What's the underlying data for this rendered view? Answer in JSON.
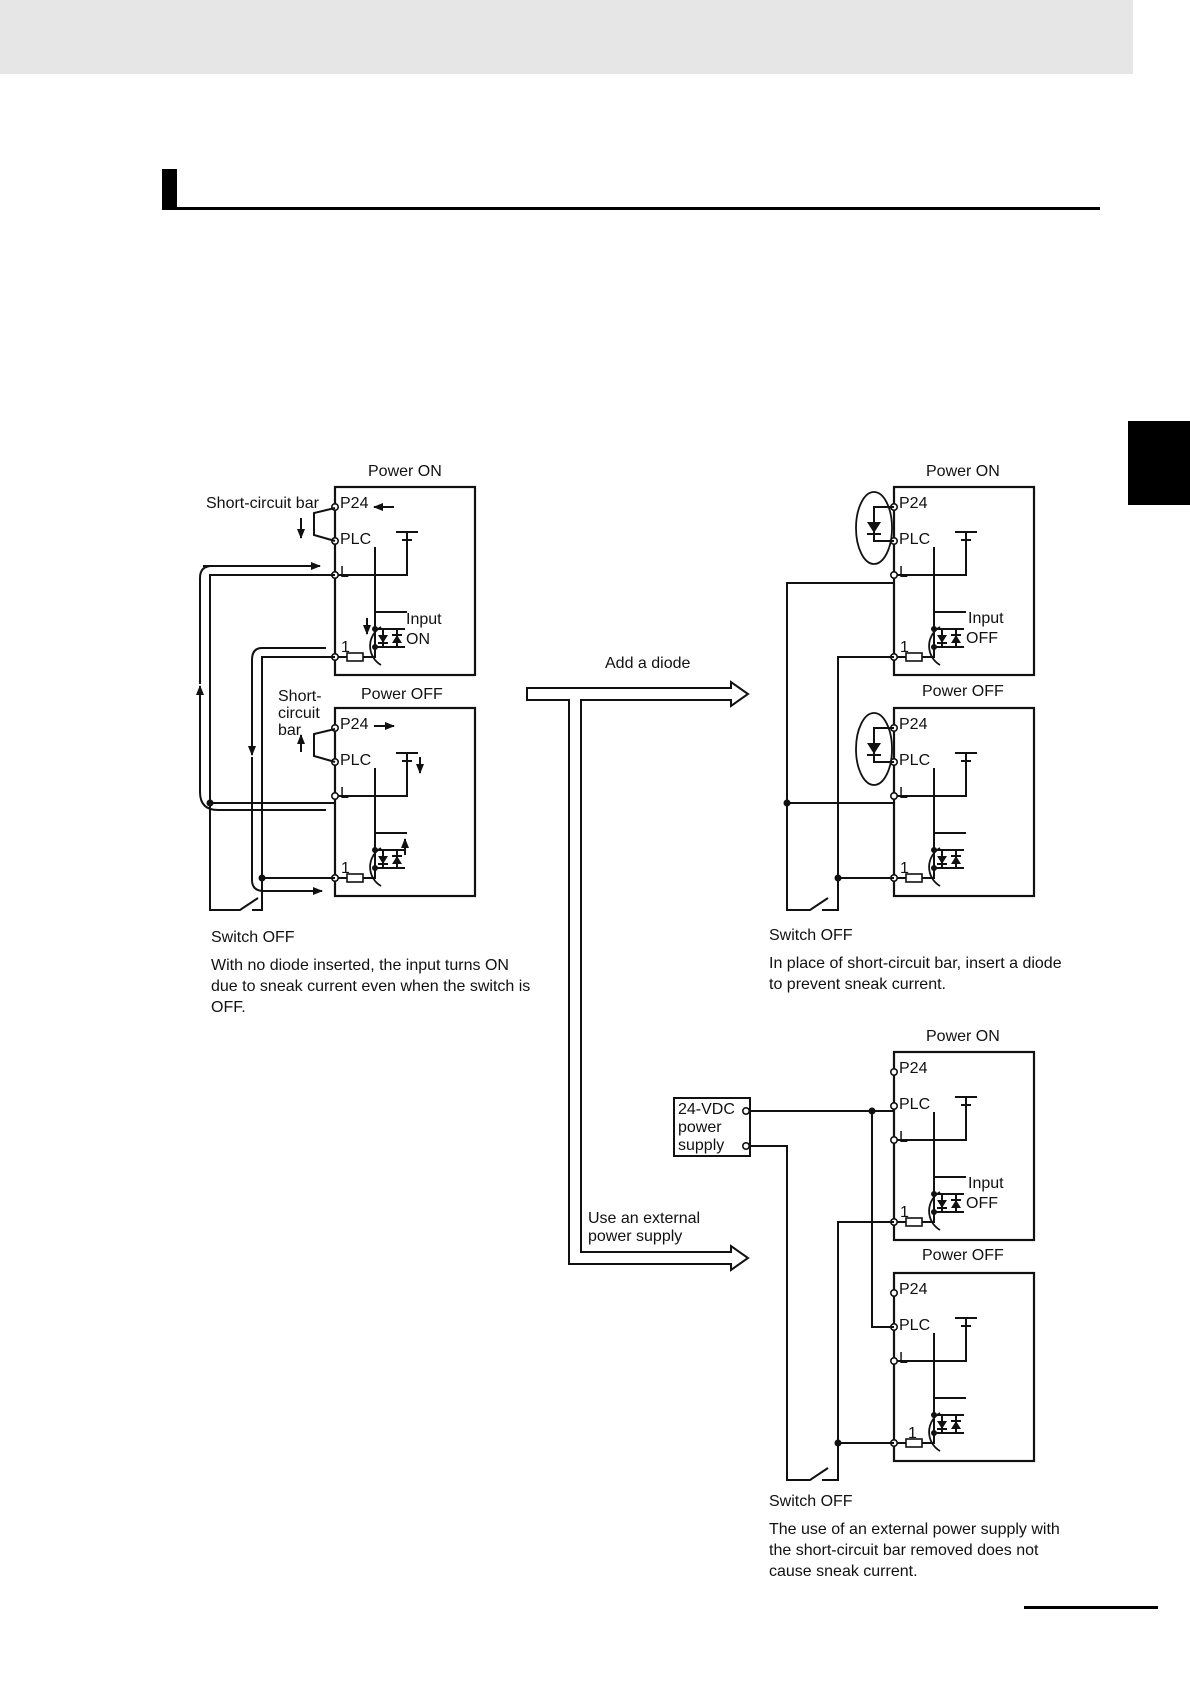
{
  "diagram": {
    "left": {
      "power_on_label": "Power ON",
      "power_off_label": "Power OFF",
      "short_circuit_bar_on": "Short-circuit bar",
      "short_circuit_bar_off_lines": [
        "Short-",
        "circuit",
        "bar"
      ],
      "terminals": [
        "P24",
        "PLC",
        "L",
        "1"
      ],
      "input_label_lines": [
        "Input",
        "ON"
      ],
      "switch_label": "Switch OFF",
      "caption_lines": [
        "With no diode inserted, the input turns ON",
        "due to sneak current even when the switch is",
        "OFF."
      ]
    },
    "arrow_top_label": "Add a diode",
    "arrow_bottom_label_lines": [
      "Use an external",
      "power supply"
    ],
    "right_top": {
      "power_on_label": "Power ON",
      "power_off_label": "Power OFF",
      "terminals": [
        "P24",
        "PLC",
        "L",
        "1"
      ],
      "input_label_lines": [
        "Input",
        "OFF"
      ],
      "switch_label": "Switch OFF",
      "caption_lines": [
        "In place of short-circuit bar, insert a diode",
        "to prevent sneak current."
      ]
    },
    "right_bottom": {
      "power_on_label": "Power ON",
      "power_off_label": "Power OFF",
      "terminals": [
        "P24",
        "PLC",
        "L",
        "1"
      ],
      "input_label_lines": [
        "Input",
        "OFF"
      ],
      "power_supply_lines": [
        "24-VDC",
        "power",
        "supply"
      ],
      "switch_label": "Switch OFF",
      "caption_lines": [
        "The use of an external power supply with",
        "the short-circuit bar removed does not",
        "cause sneak current."
      ]
    }
  }
}
